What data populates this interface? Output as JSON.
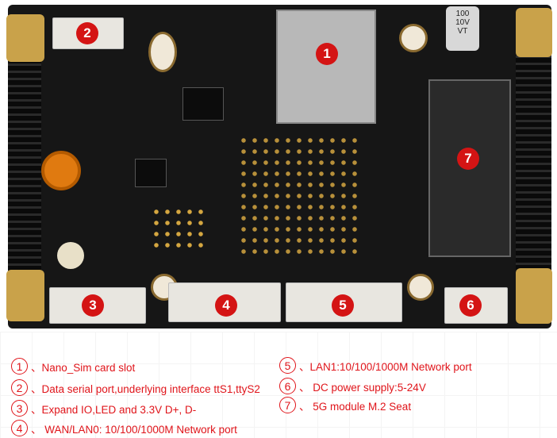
{
  "board": {
    "capacitor_label": "100\n10V\nVT",
    "markers": [
      "1",
      "2",
      "3",
      "4",
      "5",
      "6",
      "7"
    ]
  },
  "legend": [
    {
      "num": "1",
      "text": "、Nano_Sim card slot"
    },
    {
      "num": "2",
      "text": "、Data serial port,underlying interface ttS1,ttyS2"
    },
    {
      "num": "3",
      "text": "、Expand IO,LED and 3.3V D+, D-"
    },
    {
      "num": "4",
      "text": "、 WAN/LAN0: 10/100/1000M Network port"
    },
    {
      "num": "5",
      "text": "、LAN1:10/100/1000M Network port"
    },
    {
      "num": "6",
      "text": "、 DC power supply:5-24V"
    },
    {
      "num": "7",
      "text": "、 5G module M.2 Seat"
    }
  ],
  "colors": {
    "accent": "#d41414",
    "board": "#161616"
  }
}
